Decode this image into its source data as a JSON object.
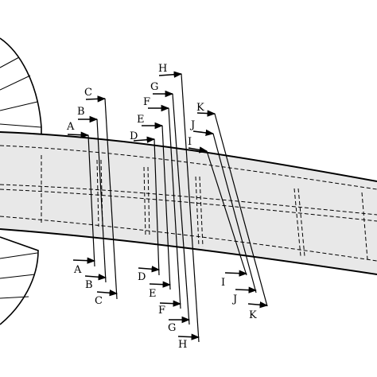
{
  "colors": {
    "stroke": "#000000",
    "fill_band": "#e8e8e8",
    "background": "#ffffff"
  },
  "section_labels": {
    "A": "A",
    "B": "B",
    "C": "C",
    "D": "D",
    "E": "E",
    "F": "F",
    "G": "G",
    "H": "H",
    "I": "I",
    "J": "J",
    "K": "K"
  }
}
